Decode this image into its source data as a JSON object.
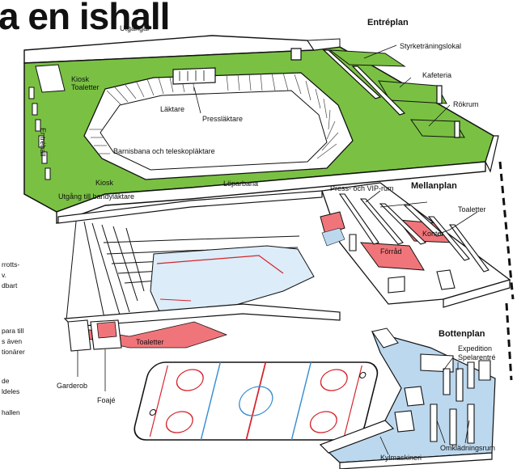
{
  "title": "a en ishall",
  "levels": {
    "entre": "Entréplan",
    "mellan": "Mellanplan",
    "botten": "Bottenplan"
  },
  "labels": {
    "utgangar": "Utgångar",
    "styrketraningslokal": "Styrketräningslokal",
    "kafeteria": "Kafeteria",
    "rokrum": "Rökrum",
    "kiosk_toaletter": [
      "Kiosk",
      "Toaletter"
    ],
    "laktare": "Läktare",
    "presslaktare": "Pressläktare",
    "entrehall": "Entréhall",
    "barnisbana": "Barnisbana och teleskopläktare",
    "kiosk_lower": "Kiosk",
    "loparbana": "Löparbana",
    "utgang_bandy": "Utgång till bandyläktare",
    "press_vip": "Press- och VIP-rum",
    "toaletter_mellan": "Toaletter",
    "kontor": "Kontor",
    "forrad": "Förråd",
    "toaletter_lower": "Toaletter",
    "garderob": "Garderob",
    "foaje": "Foajé",
    "expedition": "Expedition",
    "spelarentre": "Spelarentré",
    "omkladningsrum": "Omklädningsrum",
    "kylmaskineri": "Kylmaskineri"
  },
  "left_text": [
    "rrotts-",
    "v.",
    "dbart",
    "para till",
    "s även",
    "tionärer",
    "de",
    "ldeles",
    "hallen"
  ],
  "colors": {
    "green": "#7ac143",
    "red": "#f0757a",
    "blue": "#bcd8ee",
    "ice": "#dcecf8",
    "rink_red": "#d4242b",
    "rink_blue": "#3a8fd0"
  }
}
